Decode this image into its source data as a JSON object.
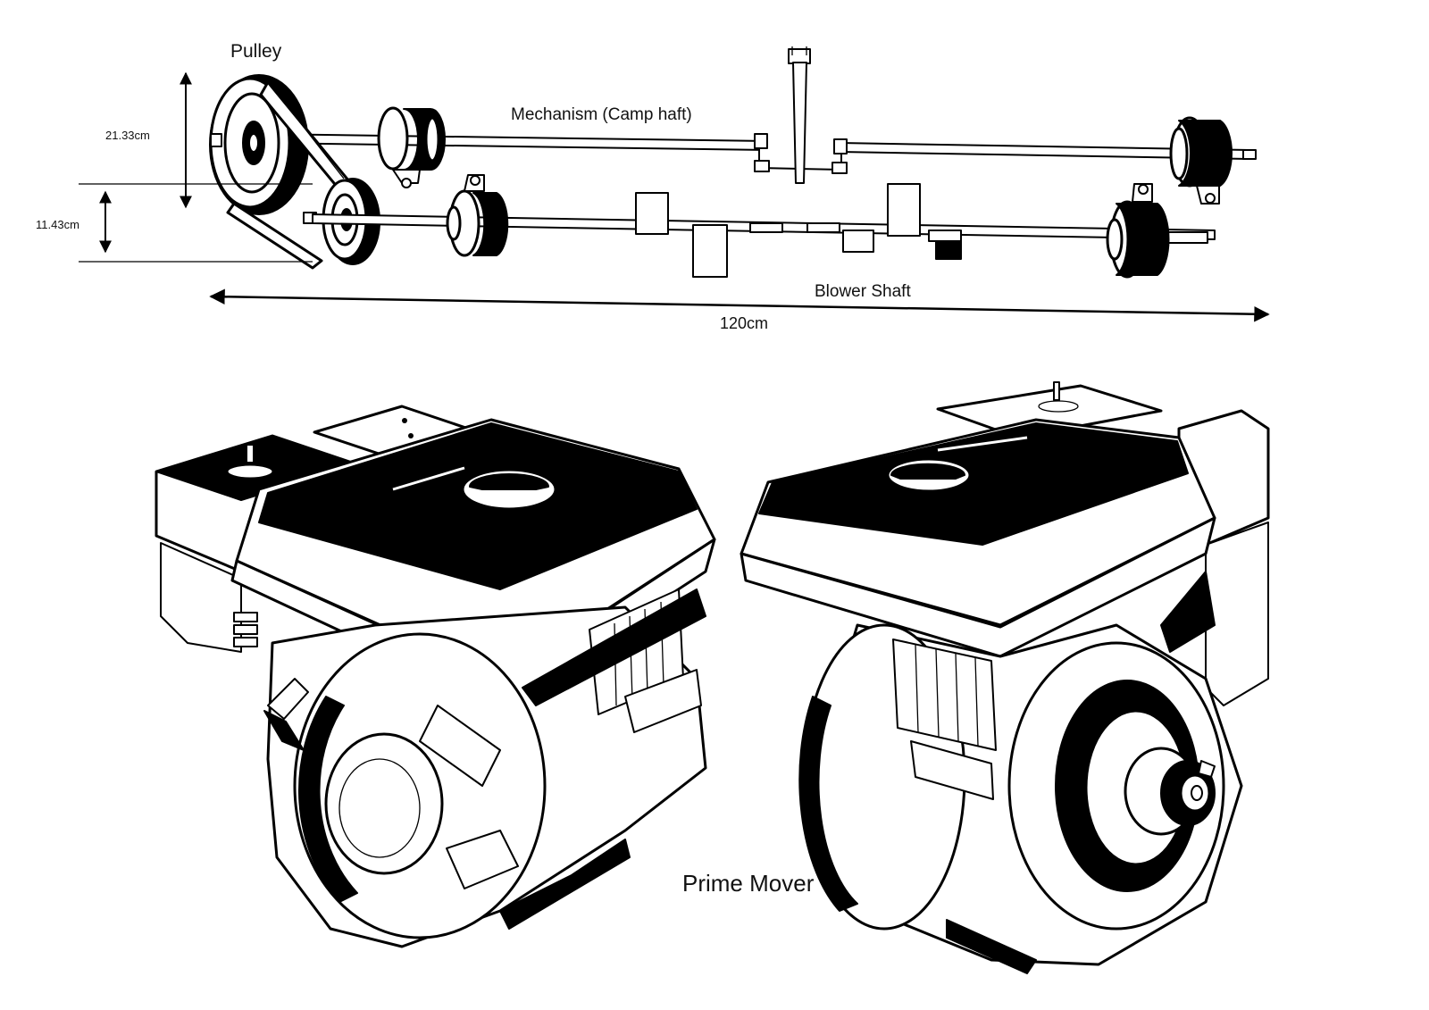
{
  "labels": {
    "pulley": "Pulley",
    "mechanism": "Mechanism (Camp haft)",
    "blower_shaft": "Blower Shaft",
    "length": "120cm",
    "upper_height": "21.33cm",
    "lower_height": "11.43cm",
    "prime_mover": "Prime Mover"
  },
  "colors": {
    "ink": "#000000",
    "paper": "#ffffff"
  }
}
